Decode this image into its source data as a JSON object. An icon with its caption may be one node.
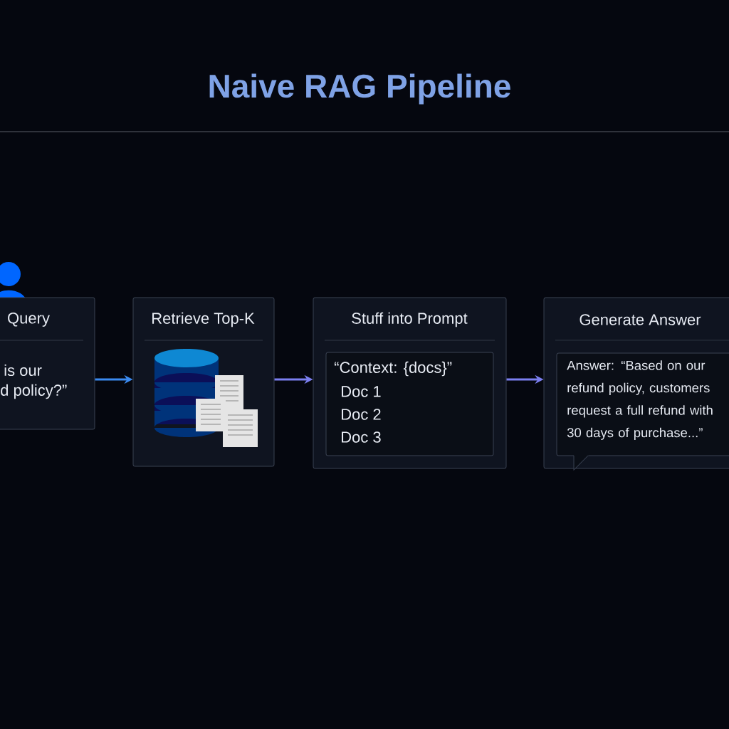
{
  "diagram": {
    "title": "Naive RAG Pipeline",
    "nodes": [
      {
        "text": [
          "Query",
          "is our",
          "d policy?”"
        ]
      },
      {
        "text": [
          "Retrieve Top-K"
        ]
      },
      {
        "text": [
          "Stuff into Prompt"
        ]
      },
      {
        "text": [
          "“Context: {docs}”",
          "Doc 1",
          "Doc 2",
          "Doc 3"
        ],
        "in": 2
      },
      {
        "text": [
          "Generate Answer"
        ]
      },
      {
        "text": [
          "Answer: “Based on our refund policy, customers request a full refund with 30 days of purchase...”"
        ],
        "in": 4
      }
    ],
    "edges": [
      {
        "from": 0,
        "to": 1,
        "arrow": "to",
        "color": "#3b8af0"
      },
      {
        "from": 1,
        "to": 2,
        "arrow": "to"
      },
      {
        "from": 2,
        "to": 4,
        "arrow": "to"
      }
    ]
  }
}
